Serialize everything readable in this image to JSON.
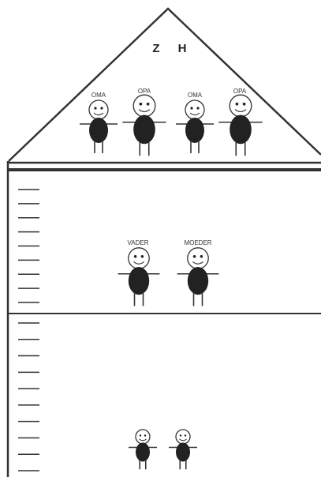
{
  "roof": {
    "letters": [
      "Z",
      "H"
    ],
    "figures": [
      {
        "label": "OMA",
        "size": "medium"
      },
      {
        "label": "OPA",
        "size": "large"
      },
      {
        "label": "OMA",
        "size": "medium"
      },
      {
        "label": "OPA",
        "size": "large"
      }
    ]
  },
  "floor1": {
    "figures": [
      {
        "label": "VADER",
        "size": "large"
      },
      {
        "label": "MOEDER",
        "size": "large"
      }
    ],
    "rungs": 9
  },
  "floor2": {
    "figures": [
      {
        "label": "",
        "size": "small"
      },
      {
        "label": "",
        "size": "small"
      }
    ],
    "rungs": 10
  },
  "colors": {
    "line": "#333333",
    "body": "#222222"
  }
}
